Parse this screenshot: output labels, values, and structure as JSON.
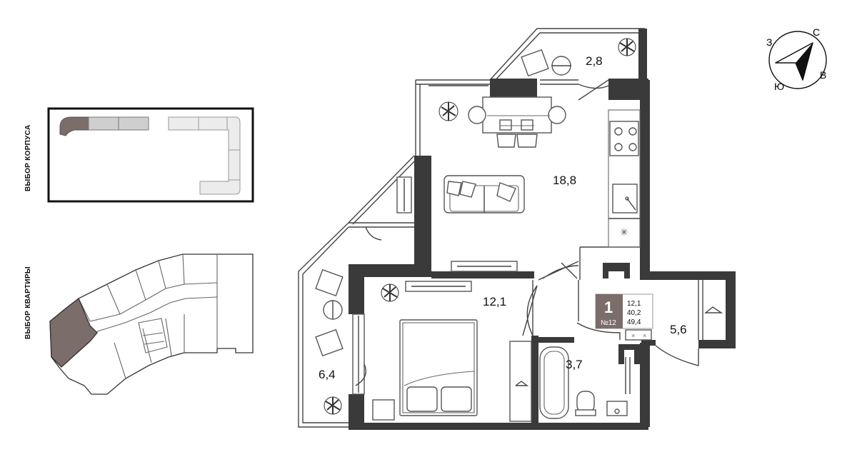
{
  "labels": {
    "building_select": "ВЫБОР КОРПУСА",
    "apartment_select": "ВЫБОР КВАРТИРЫ"
  },
  "compass": {
    "north": "С",
    "west": "З",
    "east": "В",
    "south": "Ю"
  },
  "rooms": {
    "loggia_top": "2,8",
    "kitchen_living": "18,8",
    "bedroom": "12,1",
    "loggia_left": "6,4",
    "bathroom": "3,7",
    "hall": "5,6"
  },
  "info_card": {
    "rooms_count": "1",
    "apartment_number": "№12",
    "living_area": "12,1",
    "area_2": "40,2",
    "total_area": "49,4"
  },
  "colors": {
    "walls": "#3a3a3a",
    "selected": "#7a6d6a",
    "building_tint": "#cfcfcf",
    "building_light": "#ececec"
  }
}
